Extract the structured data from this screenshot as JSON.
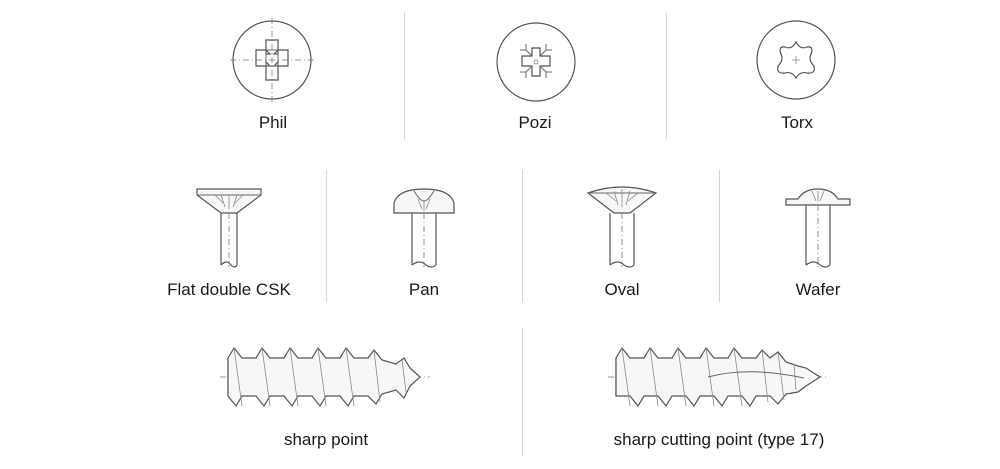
{
  "drives": [
    {
      "label": "Phil",
      "icon": "phillips-drive-icon"
    },
    {
      "label": "Pozi",
      "icon": "pozidriv-drive-icon"
    },
    {
      "label": "Torx",
      "icon": "torx-drive-icon"
    }
  ],
  "heads": [
    {
      "label": "Flat double CSK",
      "icon": "flat-countersunk-head-icon"
    },
    {
      "label": "Pan",
      "icon": "pan-head-icon"
    },
    {
      "label": "Oval",
      "icon": "oval-head-icon"
    },
    {
      "label": "Wafer",
      "icon": "wafer-head-icon"
    }
  ],
  "points": [
    {
      "label": "sharp point",
      "icon": "sharp-point-screw-icon"
    },
    {
      "label": "sharp cutting point (type 17)",
      "icon": "type17-cutting-point-screw-icon"
    }
  ]
}
